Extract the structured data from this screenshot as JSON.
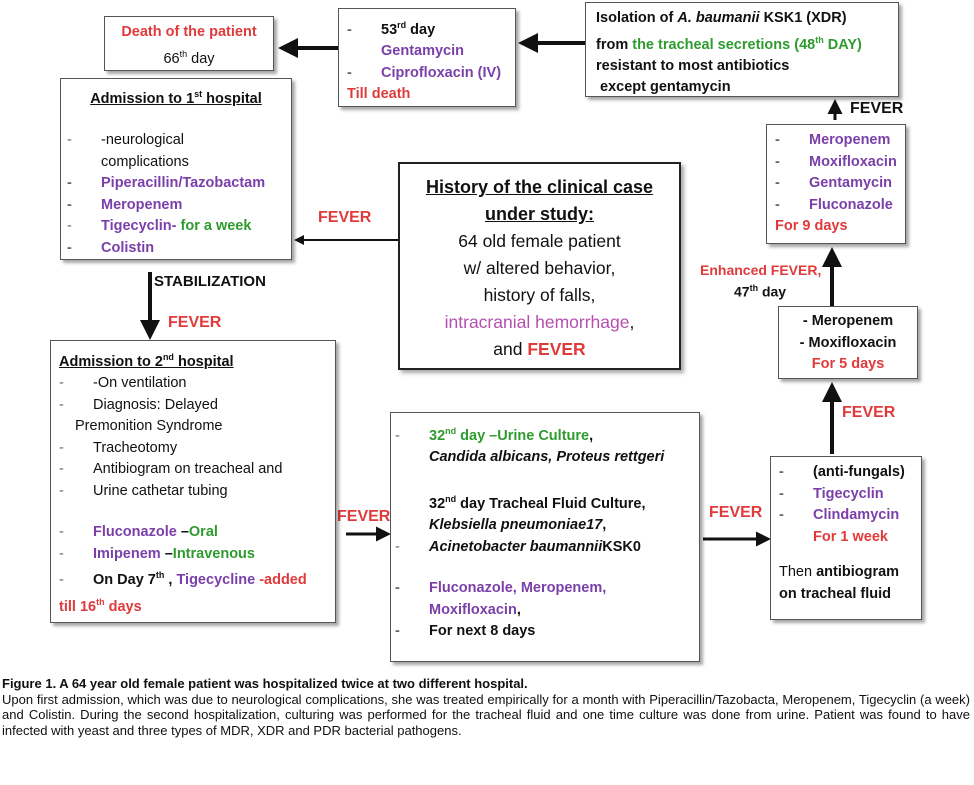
{
  "death_box": {
    "title": "Death of the patient",
    "day_num": "66",
    "day_sup": "th",
    "day_word": " day"
  },
  "day53_box": {
    "day_num": "53",
    "day_sup": "rd",
    "day_word": " day",
    "drug1": "Gentamycin",
    "drug2": "Ciprofloxacin (IV)",
    "note": "Till death"
  },
  "isolation_box": {
    "line1_pre": "Isolation of ",
    "line1_italic": "A. baumanii",
    "line1_post": " KSK1 (XDR)",
    "line2_pre": "from ",
    "line2_green": "the tracheal secretions (48",
    "line2_sup": "th",
    "line2_green_end": " DAY)",
    "line3": "resistant to most antibiotics",
    "line4": "except gentamycin"
  },
  "hospital1_box": {
    "title_pre": "Admission to 1",
    "title_sup": "st",
    "title_post": " hospital",
    "item1": "-neurological",
    "item1b": "complications",
    "item2": "Piperacillin/Tazobactam",
    "item3": "Meropenem",
    "item4_purple": "Tigecyclin-",
    "item4_green": " for a week",
    "item5": "Colistin"
  },
  "center_box": {
    "heading1": "History of the clinical case",
    "heading2": "under study:",
    "line1": "64 old female patient",
    "line2": "w/ altered behavior,",
    "line3": "history of falls,",
    "line4": "intracranial hemorrhage",
    "line4_end": ",",
    "line5_pre": "and ",
    "line5_red": "FEVER"
  },
  "labels": {
    "fever_top_right": "FEVER",
    "fever_left_mid": "FEVER",
    "stabilization": "STABILIZATION",
    "fever_left_low": "FEVER",
    "enhanced_fever": "Enhanced FEVER,",
    "day47_num": "47",
    "day47_sup": "th",
    "day47_word": " day",
    "fever_right_mid": "FEVER",
    "fever_mid_low": "FEVER",
    "fever_bottom_left": "FEVER"
  },
  "box9days": {
    "d1": "Meropenem",
    "d2": "Moxifloxacin",
    "d3": "Gentamycin",
    "d4": "Fluconazole",
    "note": "For 9 days"
  },
  "box5days": {
    "d1": "- Meropenem",
    "d2": "- Moxifloxacin",
    "note": "For 5 days"
  },
  "hospital2_box": {
    "title_pre": "Admission to 2",
    "title_sup": "nd",
    "title_post": " hospital",
    "i1": "-On ventilation",
    "i2": "Diagnosis: Delayed",
    "i2b": "Premonition Syndrome",
    "i3": "Tracheotomy",
    "i4": "Antibiogram on treacheal and",
    "i5": "Urine cathetar tubing",
    "i6_purple": "Fluconazole ",
    "i6_black": "–",
    "i6_green": "Oral",
    "i7_purple": "Imipenem ",
    "i7_black": "–",
    "i7_green": "Intravenous",
    "i8_pre": "On Day 7",
    "i8_sup": "th",
    "i8_mid": " , ",
    "i8_purple": "Tigecycline ",
    "i8_red": "-added",
    "i9_red": "till 16",
    "i9_sup": "th",
    "i9_end": "  days"
  },
  "culture_box": {
    "l1_green": "32",
    "l1_sup": "nd",
    "l1_green2": " day –Urine Culture",
    "l1_end": ",",
    "l2": "Candida albicans, Proteus rettgeri",
    "l3": "32",
    "l3_sup": "nd",
    "l3_end": " day Tracheal Fluid Culture,",
    "l4": "Klebsiella pneumoniae17",
    "l4_end": ",",
    "l5_italic": "Acinetobacter baumannii",
    "l5_end": "KSK0",
    "l6": "Fluconazole, Meropenem,",
    "l7": "Moxifloxacin",
    "l7_end": ",",
    "l8": "For next 8 days"
  },
  "antifungal_box": {
    "l1": "(anti-fungals)",
    "l2": "Tigecyclin",
    "l3": "Clindamycin",
    "l4": "For 1 week",
    "l5_pre": "Then ",
    "l5_bold": "antibiogram",
    "l6": "on tracheal fluid"
  },
  "caption": {
    "title": "Figure 1. A 64 year old female patient was hospitalized twice at two different hospital.",
    "body": "Upon first admission, which was due to neurological complications, she was treated empirically for a month with Piperacillin/Tazobacta, Meropenem, Tigecyclin (a week) and Colistin. During the second hospitalization, culturing was performed for the tracheal fluid and one time culture was done from urine.  Patient was found to have infected with yeast and three types of MDR, XDR and PDR bacterial pathogens."
  }
}
